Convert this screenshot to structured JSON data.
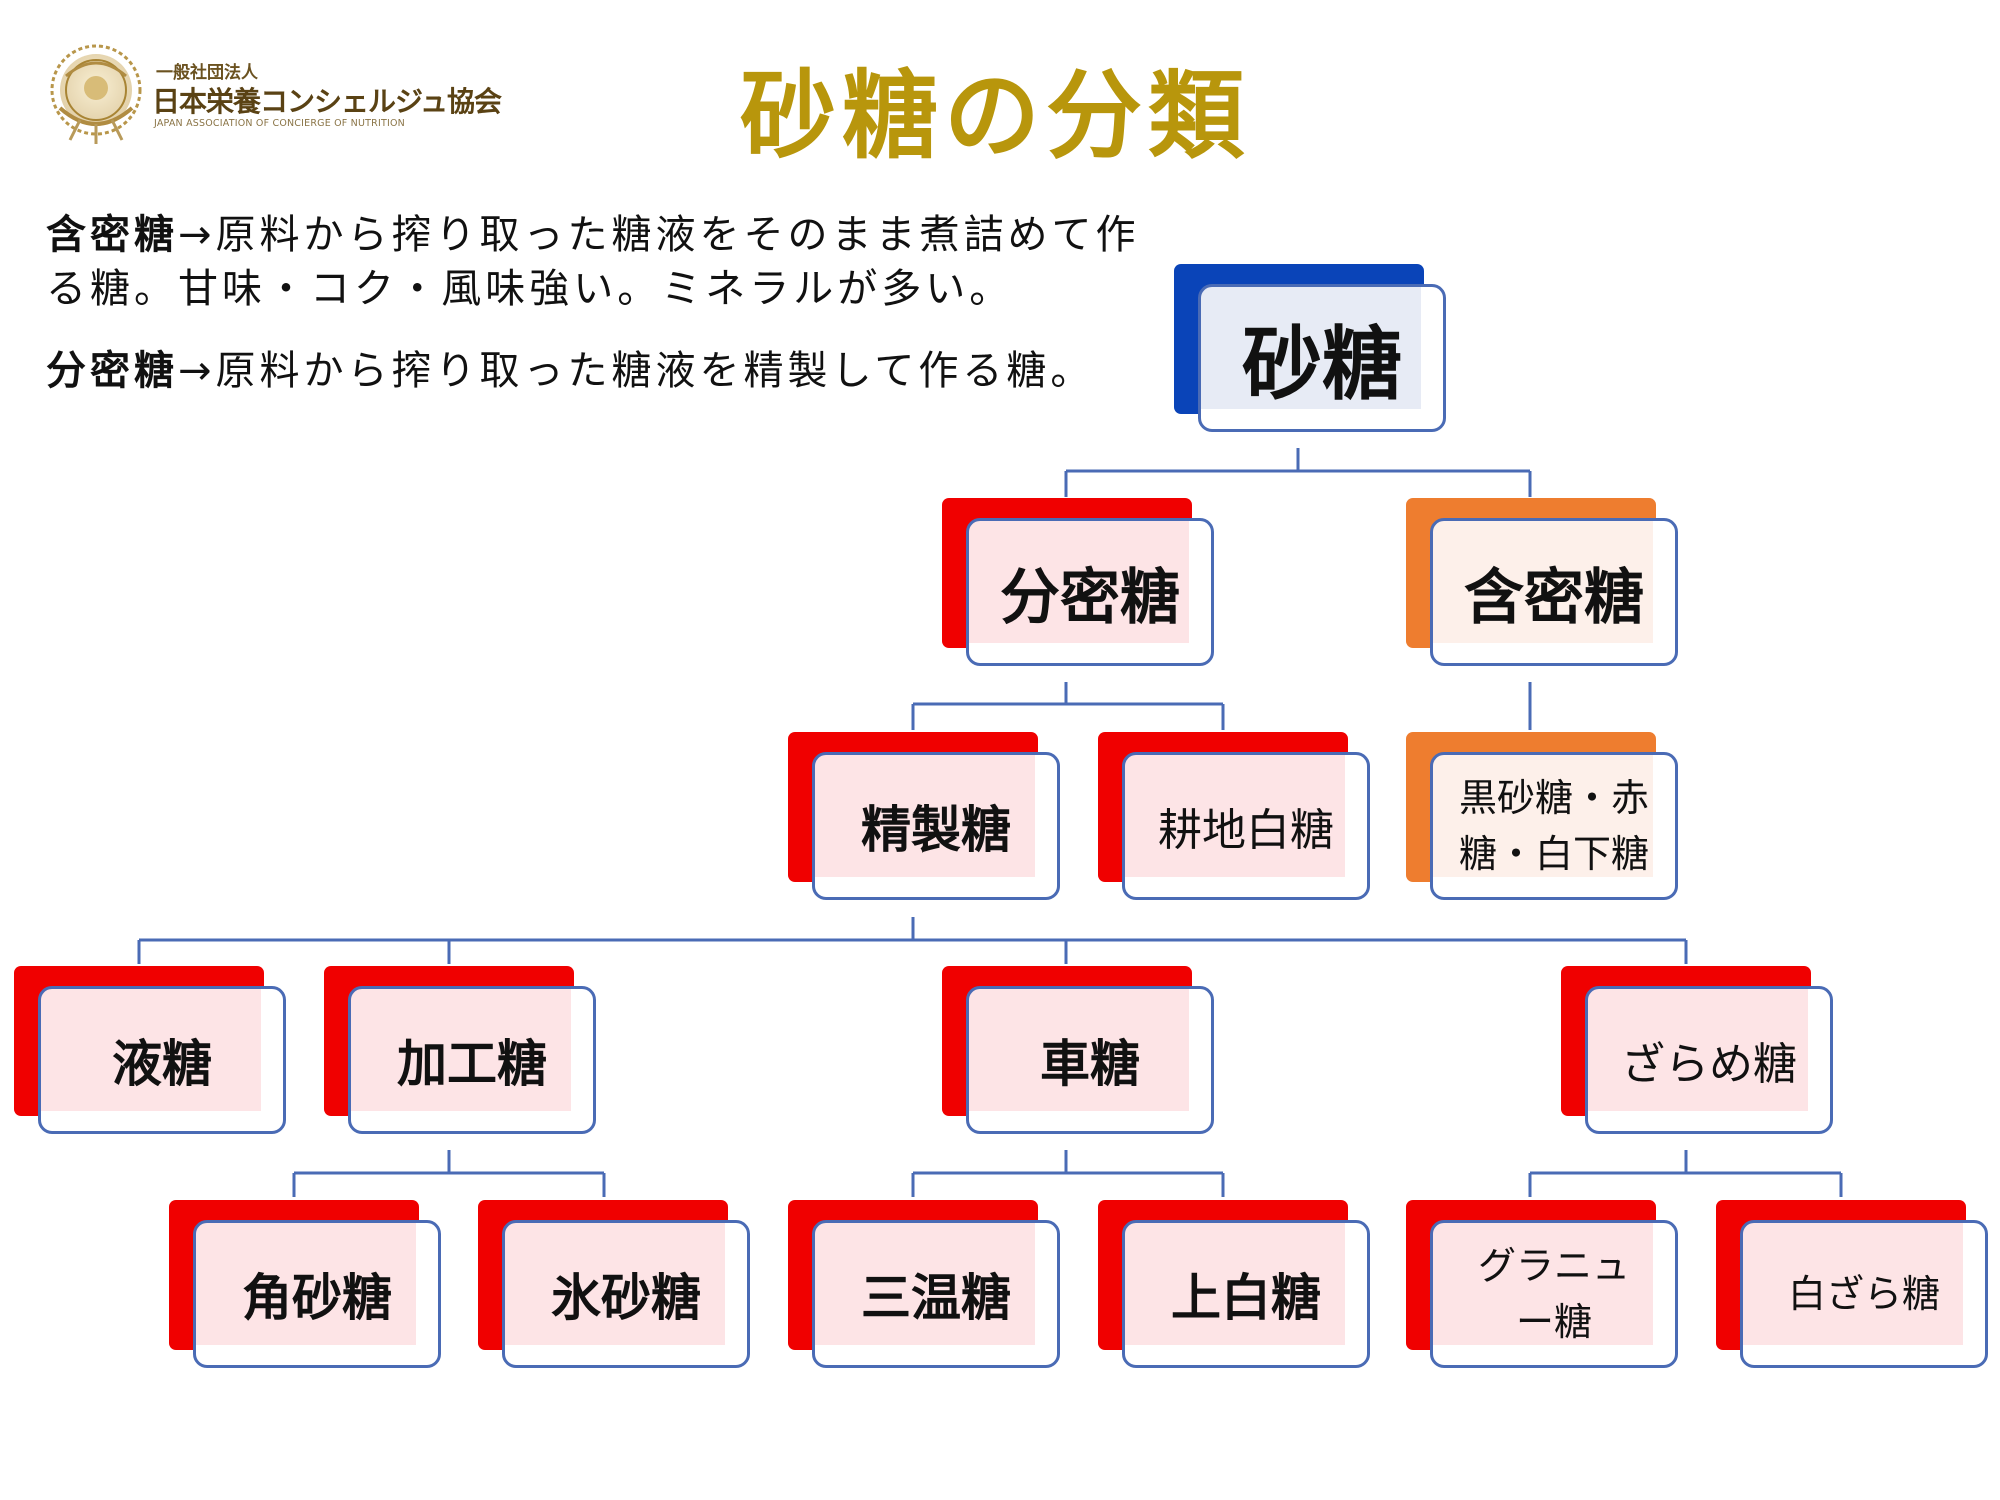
{
  "logo": {
    "line1": "一般社団法人",
    "line2": "日本栄養コンシェルジュ協会",
    "line3": "JAPAN ASSOCIATION OF CONCIERGE OF NUTRITION"
  },
  "title": "砂糖の分類",
  "description": {
    "p1_term": "含密糖",
    "p1_text": "→原料から搾り取った糖液をそのまま煮詰めて作る糖。甘味・コク・風味強い。ミネラルが多い。",
    "p2_term": "分密糖",
    "p2_text": "→原料から搾り取った糖液を精製して作る糖。"
  },
  "colors": {
    "title": "#b8960c",
    "red": "#f00000",
    "orange": "#ee7d2f",
    "blue": "#0a44b8",
    "border": "#4a6bb5"
  },
  "nodes": {
    "sugar": "砂糖",
    "bunmitsu": "分密糖",
    "ganmitsu": "含密糖",
    "seisei": "精製糖",
    "kouchi": "耕地白糖",
    "kokuto": "黒砂糖・赤糖・白下糖",
    "ekito": "液糖",
    "kakou": "加工糖",
    "kuruma": "車糖",
    "zarame": "ざらめ糖",
    "kaku": "角砂糖",
    "kori": "氷砂糖",
    "sanon": "三温糖",
    "johaku": "上白糖",
    "granule": "グラニュー糖",
    "shirozara": "白ざら糖"
  }
}
